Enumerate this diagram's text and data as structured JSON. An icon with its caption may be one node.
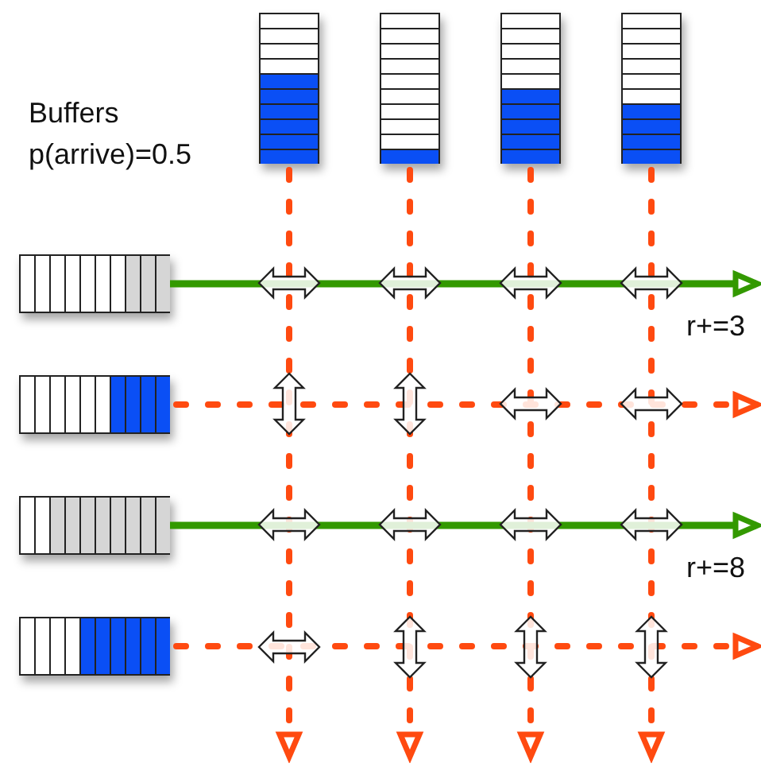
{
  "diagram": {
    "nodes": [
      {
        "text": [],
        "shape": "box"
      },
      {
        "text": [],
        "shape": "box"
      },
      {
        "text": [],
        "shape": "box"
      },
      {
        "text": [],
        "shape": "box"
      },
      {
        "text": [],
        "shape": "box"
      },
      {
        "text": [],
        "shape": "box"
      },
      {
        "text": [],
        "shape": "box"
      },
      {
        "text": [],
        "shape": "box"
      }
    ],
    "edges": [
      {
        "from": 0,
        "to": null,
        "arrow": "to",
        "style": "dashed"
      },
      {
        "from": 1,
        "to": null,
        "arrow": "to",
        "style": "dashed"
      },
      {
        "from": 2,
        "to": null,
        "arrow": "to",
        "style": "dashed"
      },
      {
        "from": 3,
        "to": null,
        "arrow": "to",
        "style": "dashed"
      },
      {
        "from": 4,
        "to": null,
        "arrow": "to",
        "color": "#339900"
      },
      {
        "from": 5,
        "to": null,
        "arrow": "to",
        "style": "dashed"
      },
      {
        "from": 6,
        "to": null,
        "arrow": "to",
        "color": "#339900"
      },
      {
        "from": 7,
        "to": null,
        "arrow": "to",
        "style": "dashed"
      }
    ],
    "labels": [
      "Buffers p(arrive)=0.5",
      "r+=3",
      "r+=8"
    ]
  }
}
